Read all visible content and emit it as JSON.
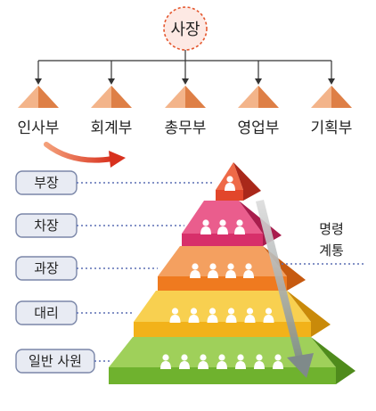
{
  "top": {
    "label": "사장"
  },
  "departments": [
    {
      "label": "인사부"
    },
    {
      "label": "회계부"
    },
    {
      "label": "총무부"
    },
    {
      "label": "영업부"
    },
    {
      "label": "기획부"
    }
  ],
  "ranks": [
    {
      "label": "부장",
      "people": 1
    },
    {
      "label": "차장",
      "people": 3
    },
    {
      "label": "과장",
      "people": 4
    },
    {
      "label": "대리",
      "people": 6
    },
    {
      "label": "일반 사원",
      "people": 7
    }
  ],
  "command_chain": {
    "line1": "명령",
    "line2": "계통"
  },
  "colors": {
    "ceo_border": "#e4572e",
    "label_box_fill": "#e8ebf3",
    "label_box_border": "#7a86a8",
    "dotted_line": "#5b6fb3",
    "level_1": "#e2462b",
    "level_2": "#d72f6a",
    "level_3": "#ef7a1f",
    "level_4": "#f2b21a",
    "level_5": "#6fb22e"
  }
}
